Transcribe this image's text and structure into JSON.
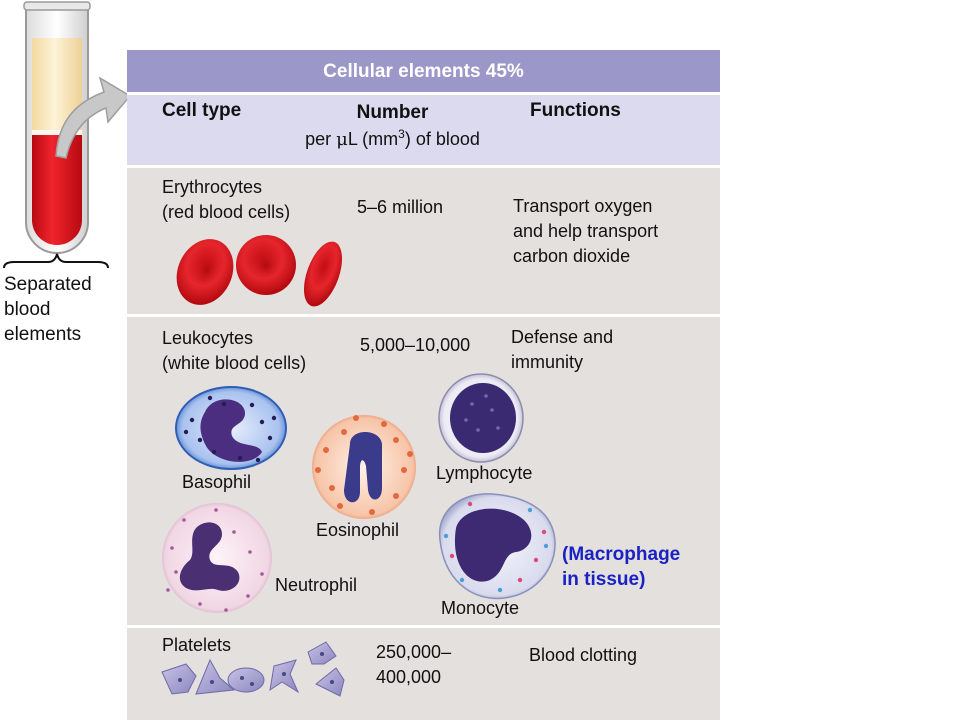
{
  "side_label": [
    "Separated",
    "blood",
    "elements"
  ],
  "header": {
    "title": "Cellular elements 45%",
    "cell_type": "Cell type",
    "number": "Number",
    "number_sub_prefix": "per ",
    "number_sub_mu": "μ",
    "number_sub_mid": "L (mm",
    "number_sub_sup": "3",
    "number_sub_suffix": ") of blood",
    "functions": "Functions"
  },
  "rows": [
    {
      "name": [
        "Erythrocytes",
        "(red blood cells)"
      ],
      "number": "5–6 million",
      "functions": [
        "Transport oxygen",
        "and help transport",
        "carbon dioxide"
      ]
    },
    {
      "name": [
        "Leukocytes",
        "(white blood cells)"
      ],
      "number": "5,000–10,000",
      "functions": [
        "Defense and",
        "immunity"
      ],
      "cell_labels": {
        "basophil": "Basophil",
        "eosinophil": "Eosinophil",
        "lymphocyte": "Lymphocyte",
        "neutrophil": "Neutrophil",
        "monocyte": "Monocyte",
        "macrophage": [
          "(Macrophage",
          "in tissue)"
        ]
      }
    },
    {
      "name": [
        "Platelets"
      ],
      "number": [
        "250,000–",
        "400,000"
      ],
      "functions": [
        "Blood clotting"
      ]
    }
  ],
  "colors": {
    "header_bar": "#9c97c9",
    "column_header": "#dcdaee",
    "row_bg": "#e4e0de",
    "macrophage_text": "#1a22c4",
    "blood_red": "#d8141c",
    "plasma": "#f6e4b0"
  }
}
